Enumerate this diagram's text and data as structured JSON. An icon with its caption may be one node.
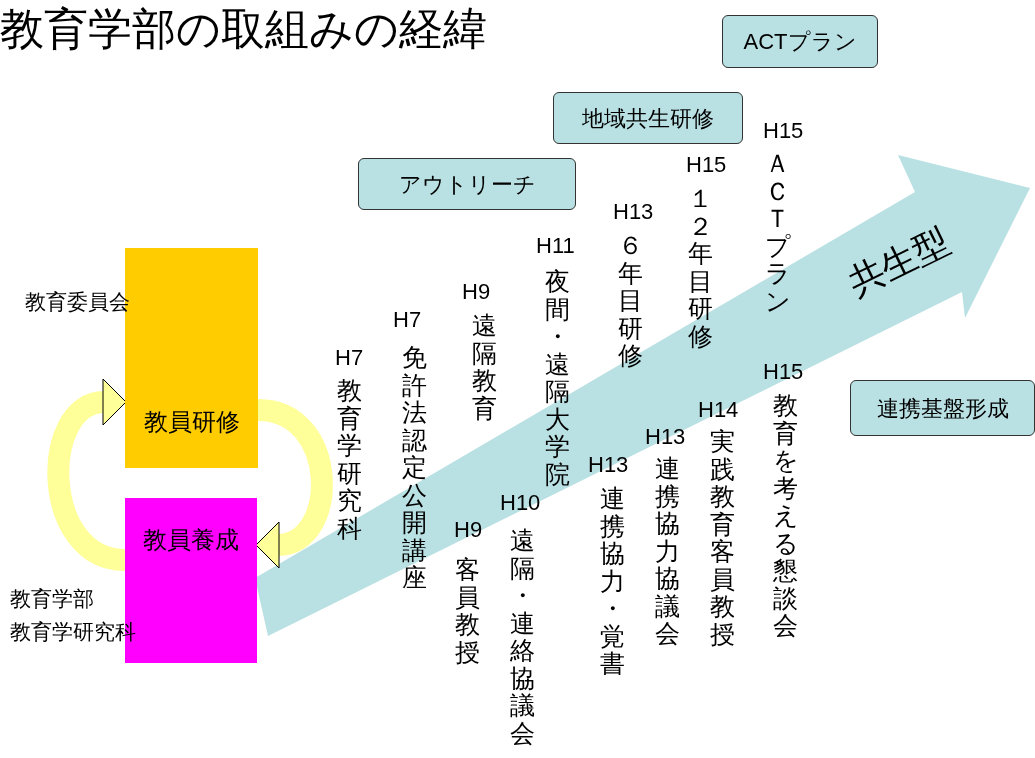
{
  "diagram": {
    "title": "教育学部の取組みの経緯",
    "nodes": [
      {
        "text": [
          "教員研修"
        ]
      },
      {
        "text": [
          "教員養成"
        ]
      },
      {
        "text": [
          "ACTプラン"
        ]
      },
      {
        "text": [
          "地域共生研修"
        ]
      },
      {
        "text": [
          "アウトリーチ"
        ]
      },
      {
        "text": [
          "連携基盤形成"
        ]
      },
      {
        "text": [
          "共生型"
        ]
      }
    ],
    "edges": [
      {
        "from": 1,
        "to": 0,
        "arrow": "to"
      },
      {
        "from": 0,
        "to": 1,
        "arrow": "to"
      }
    ],
    "labels": [
      "教育委員会",
      "教育学部",
      "教育学研究科",
      "H7",
      "教育学研究科",
      "H7",
      "免許法認定公開講座",
      "H9",
      "遠隔教育",
      "H9",
      "客員教授",
      "H10",
      "遠隔・連絡協議会",
      "H11",
      "夜間・遠隔大学院",
      "H13",
      "連携協力・覚書",
      "H13",
      "６年目研修",
      "H13",
      "連携協力協議会",
      "H14",
      "実践教育客員教授",
      "H15",
      "１２年目研修",
      "H15",
      "ＡＣＴプラン",
      "H15",
      "教育を考える懇談会"
    ]
  }
}
